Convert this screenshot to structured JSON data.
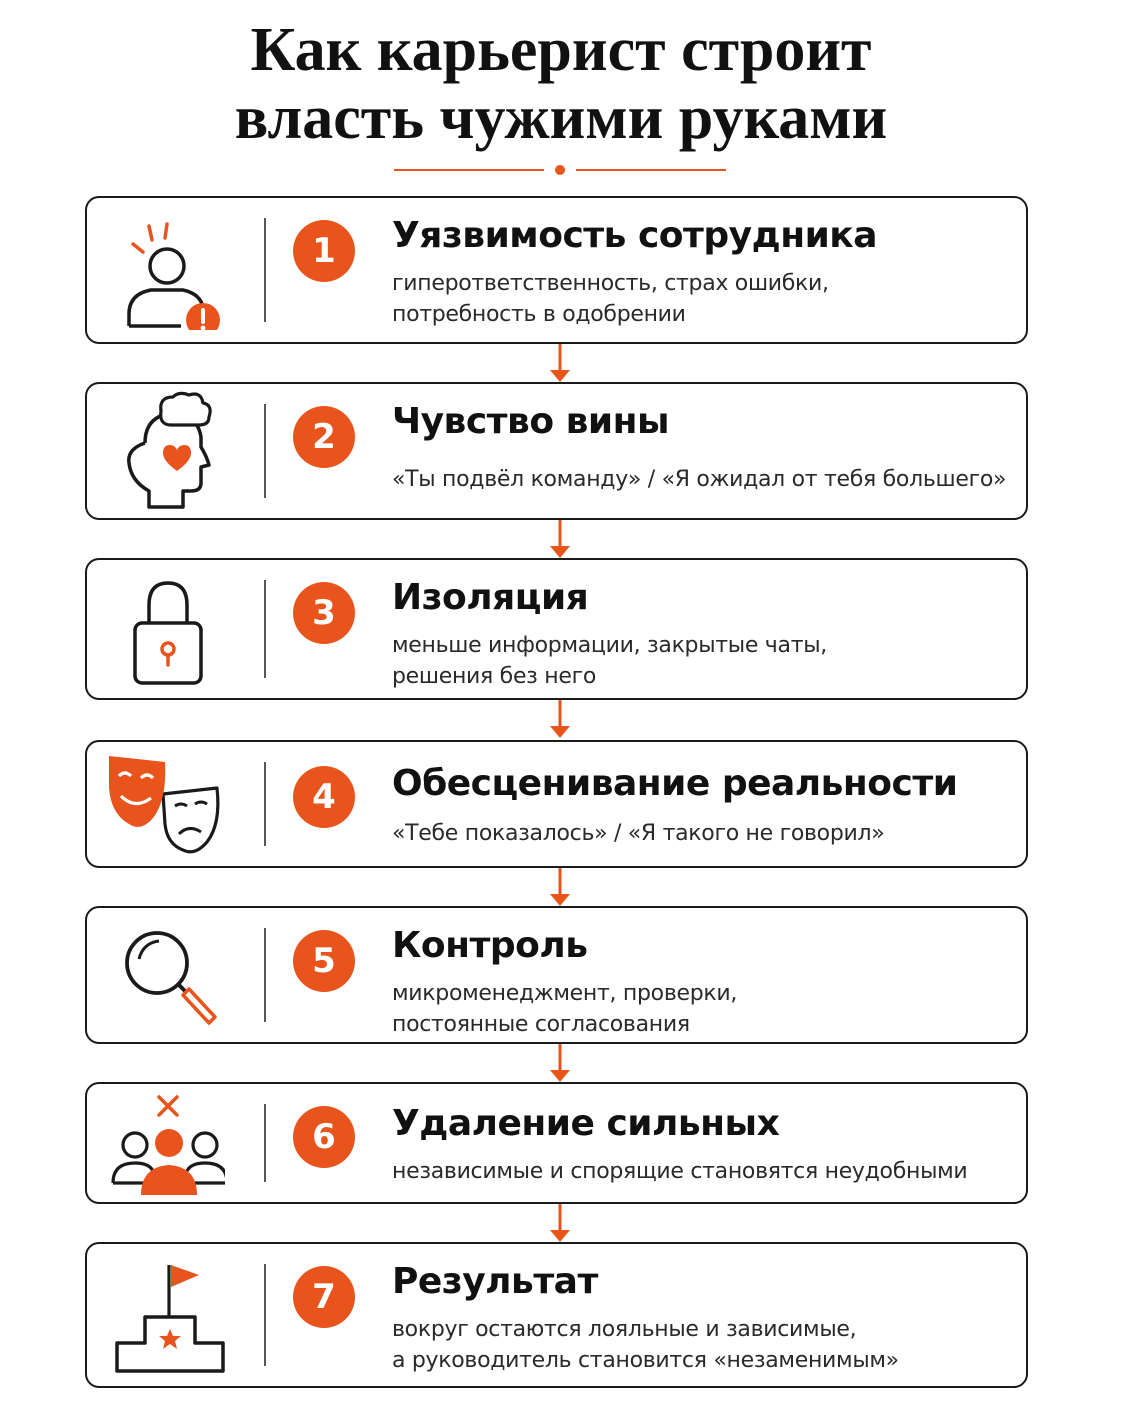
{
  "title": {
    "line1": "Как карьерист строит",
    "line2": "власть чужими руками"
  },
  "colors": {
    "accent": "#e8541c",
    "ink": "#1a1a1a"
  },
  "steps": [
    {
      "number": "1",
      "icon": "person-alert-icon",
      "title": "Уязвимость сотрудника",
      "desc": [
        "гиперответственность, страх ошибки,",
        "потребность в одобрении"
      ]
    },
    {
      "number": "2",
      "icon": "head-heart-cloud-icon",
      "title": "Чувство вины",
      "desc": [
        "«Ты подвёл команду» / «Я ожидал от тебя большего»"
      ]
    },
    {
      "number": "3",
      "icon": "padlock-icon",
      "title": "Изоляция",
      "desc": [
        "меньше информации, закрытые чаты,",
        "решения без него"
      ]
    },
    {
      "number": "4",
      "icon": "theater-masks-icon",
      "title": "Обесценивание реальности",
      "desc": [
        "«Тебе показалось» / «Я такого не говорил»"
      ]
    },
    {
      "number": "5",
      "icon": "magnifier-icon",
      "title": "Контроль",
      "desc": [
        "микроменеджмент, проверки,",
        "постоянные согласования"
      ]
    },
    {
      "number": "6",
      "icon": "group-remove-icon",
      "title": "Удаление сильных",
      "desc": [
        "независимые и спорящие становятся неудобными"
      ]
    },
    {
      "number": "7",
      "icon": "podium-flag-icon",
      "title": "Результат",
      "desc": [
        "вокруг остаются лояльные и зависимые,",
        "а руководитель становится «незаменимым»"
      ]
    }
  ]
}
